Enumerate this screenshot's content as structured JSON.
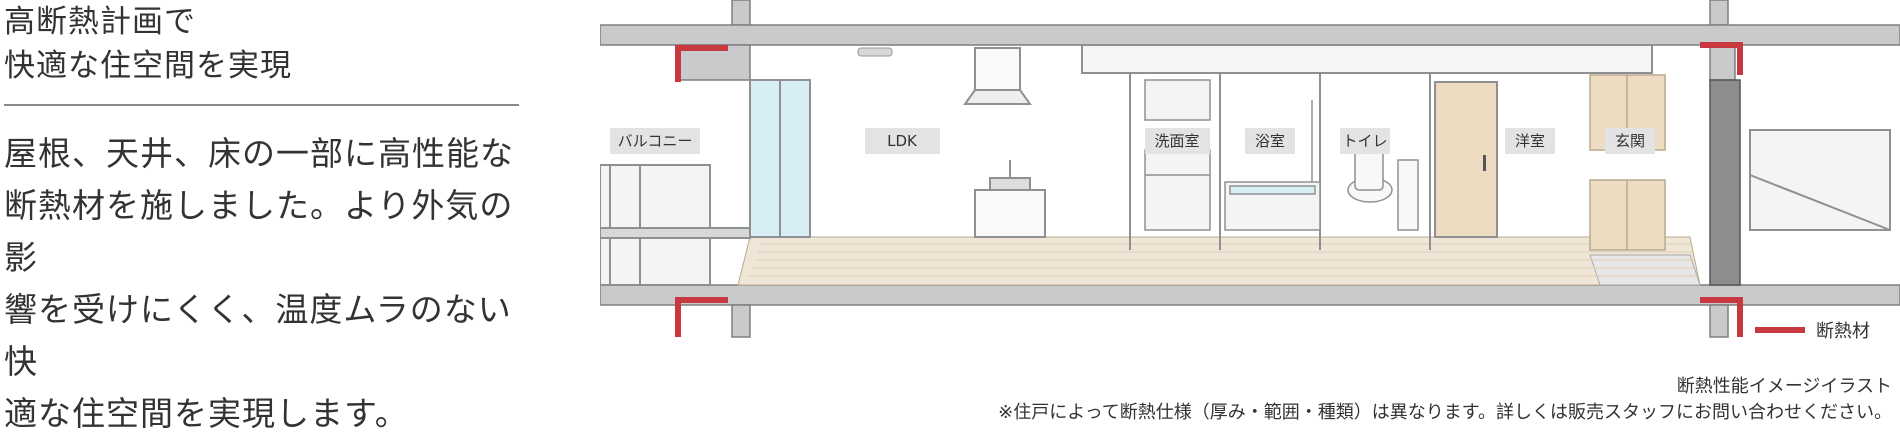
{
  "heading": {
    "line1": "高断熱計画で",
    "line2": "快適な住空間を実現"
  },
  "body": {
    "line1": "屋根、天井、床の一部に高性能な",
    "line2": "断熱材を施しました。より外気の影",
    "line3": "響を受けにくく、温度ムラのない快",
    "line4": "適な住空間を実現します。"
  },
  "rooms": {
    "balcony": "バルコニー",
    "ldk": "LDK",
    "washroom": "洗面室",
    "bathroom": "浴室",
    "toilet": "トイレ",
    "western_room": "洋室",
    "entrance": "玄関"
  },
  "legend": {
    "label": "断熱材",
    "color": "#c8393f"
  },
  "caption": {
    "line1": "断熱性能イメージイラスト",
    "line2": "※住戸によって断熱仕様（厚み・範囲・種類）は異なります。詳しくは販売スタッフにお問い合わせください。"
  },
  "colors": {
    "slab": "#c9cacb",
    "slab_edge": "#7d7e80",
    "floor": "#efe6d8",
    "door": "#eddcc2",
    "glass": "#d6eef4"
  }
}
